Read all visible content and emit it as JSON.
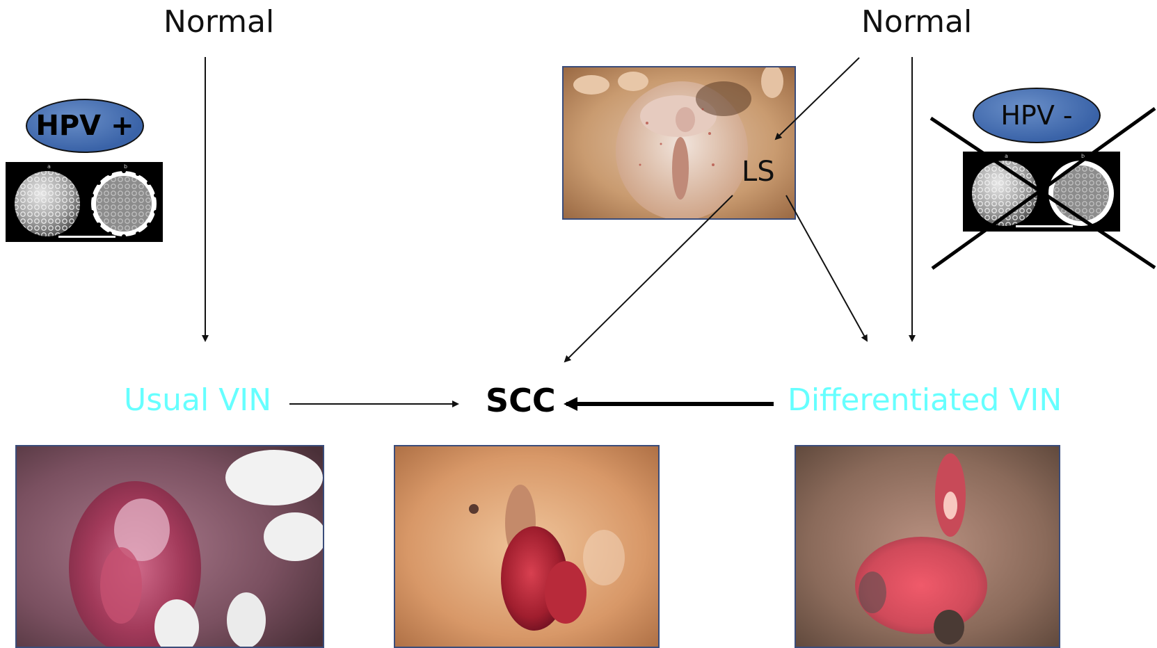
{
  "labels": {
    "normal_left": "Normal",
    "normal_right": "Normal",
    "hpv_positive": "HPV +",
    "hpv_negative": "HPV -",
    "ls": "LS",
    "usual_vin": "Usual VIN",
    "scc": "SCC",
    "differentiated_vin": "Differentiated VIN"
  },
  "virus_panel_captions": {
    "a": "a",
    "b": "b"
  },
  "colors": {
    "vin_label": "#66ffff",
    "hpv_ellipse": "#3a63a8",
    "photo_border": "#3a4c7a",
    "arrow": "#111111"
  }
}
